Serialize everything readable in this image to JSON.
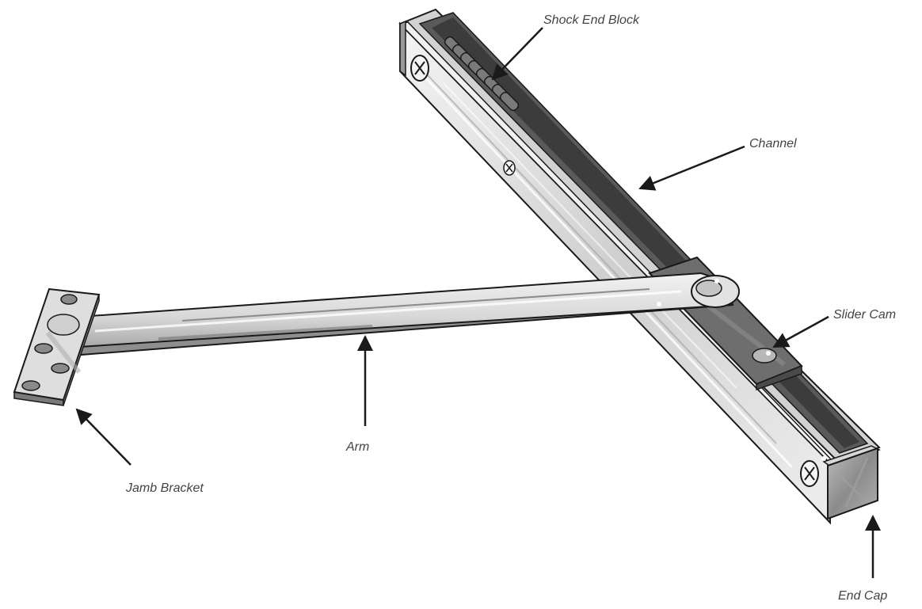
{
  "labels": {
    "shock_end_block": "Shock End Block",
    "channel": "Channel",
    "slider_cam": "Slider Cam",
    "arm": "Arm",
    "jamb_bracket": "Jamb Bracket",
    "end_cap": "End Cap"
  },
  "colors": {
    "outline": "#1a1a1a",
    "metal_light": "#e6e6e6",
    "metal_mid": "#c9c9c9",
    "metal_dark": "#8a8a8a",
    "channel_dark": "#5a5a5a",
    "label_text": "#444444"
  }
}
